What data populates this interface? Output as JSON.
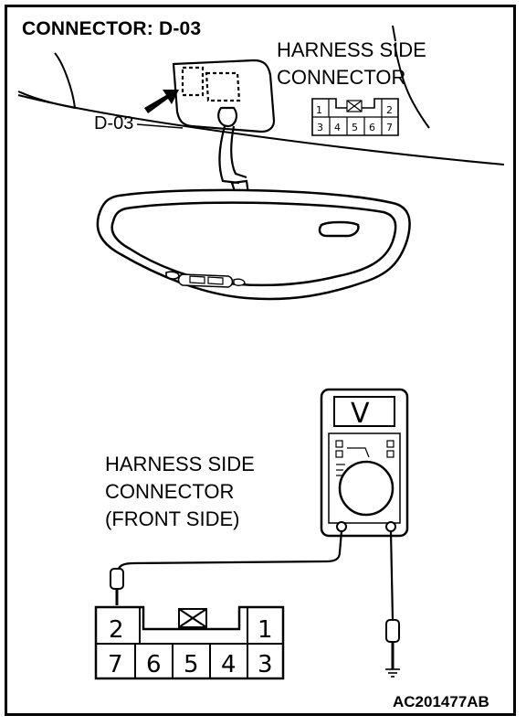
{
  "title": "CONNECTOR: D-03",
  "harness_top": {
    "line1": "HARNESS SIDE",
    "line2": "CONNECTOR"
  },
  "d03_label": "D-03",
  "harness_bottom": {
    "line1": "HARNESS SIDE",
    "line2": "CONNECTOR",
    "line3": "(FRONT SIDE)"
  },
  "code": "AC201477AB",
  "small_connector": {
    "top_left": "1",
    "top_right": "2",
    "bottom": [
      "3",
      "4",
      "5",
      "6",
      "7"
    ]
  },
  "large_connector": {
    "top_left": "2",
    "top_right": "1",
    "bottom": [
      "7",
      "6",
      "5",
      "4",
      "3"
    ]
  },
  "meter_display": "V"
}
